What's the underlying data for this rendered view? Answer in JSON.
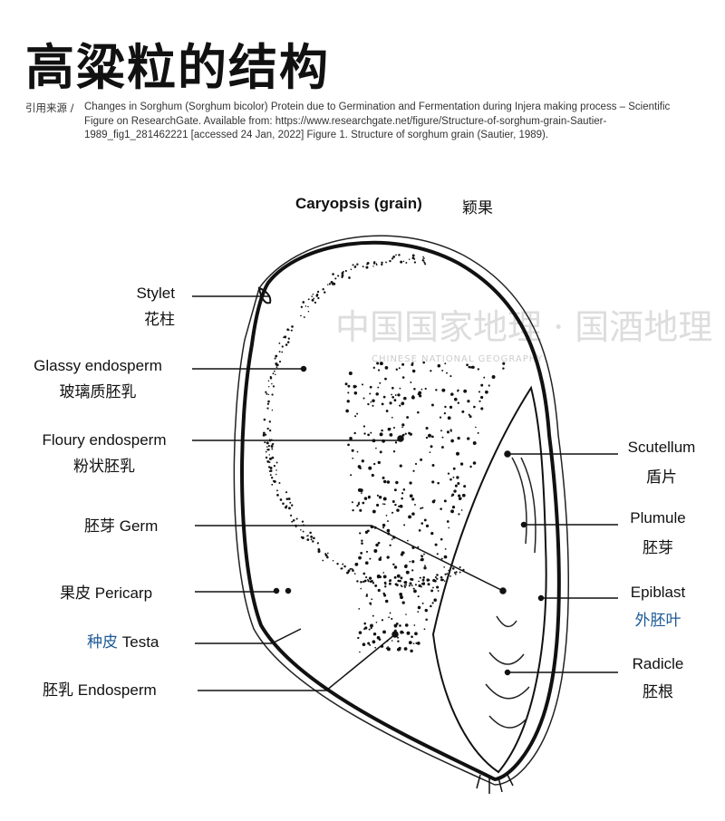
{
  "title": "高粱粒的结构",
  "citation": {
    "prefix": "引用来源 /",
    "text": "Changes in Sorghum (Sorghum bicolor) Protein due to Germination and Fermentation during Injera making process – Scientific Figure on ResearchGate. Available from: https://www.researchgate.net/figure/Structure-of-sorghum-grain-Sautier-1989_fig1_281462221 [accessed 24 Jan, 2022] Figure 1. Structure of sorghum grain (Sautier, 1989)."
  },
  "diagram": {
    "title_en": "Caryopsis (grain)",
    "title_cn": "颖果",
    "left_labels": [
      {
        "en": "Stylet",
        "cn": "花柱"
      },
      {
        "en": "Glassy endosperm",
        "cn": "玻璃质胚乳"
      },
      {
        "en": "Floury endosperm",
        "cn": "粉状胚乳"
      },
      {
        "cn": "胚芽",
        "en": "Germ"
      },
      {
        "cn": "果皮",
        "en": "Pericarp"
      },
      {
        "cn": "种皮",
        "en": "Testa"
      },
      {
        "cn": "胚乳",
        "en": "Endosperm"
      }
    ],
    "right_labels": [
      {
        "en": "Scutellum",
        "cn": "盾片"
      },
      {
        "en": "Plumule",
        "cn": "胚芽"
      },
      {
        "en": "Epiblast",
        "cn": "外胚叶"
      },
      {
        "en": "Radicle",
        "cn": "胚根"
      }
    ],
    "highlight_color": "#1c5a96"
  },
  "watermark": {
    "cn": "中国国家地理 · 国酒地理",
    "en": "CHINESE NATIONAL GEOGRAPHY"
  }
}
